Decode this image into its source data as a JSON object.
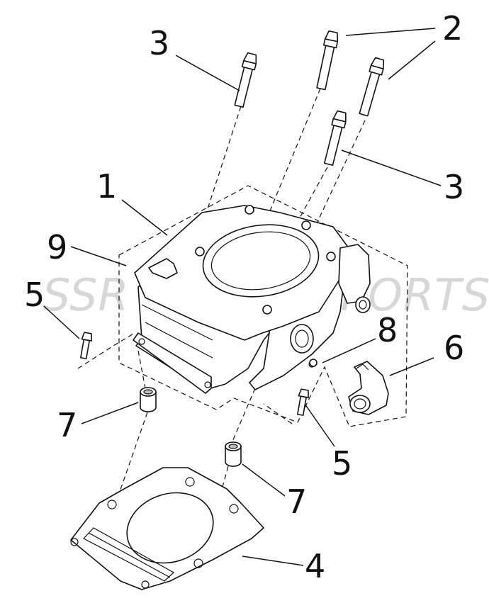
{
  "watermark": "SSR MOTORSPORTS",
  "callouts": [
    {
      "id": "c1",
      "label": "1"
    },
    {
      "id": "c2",
      "label": "2"
    },
    {
      "id": "c3a",
      "label": "3"
    },
    {
      "id": "c3b",
      "label": "3"
    },
    {
      "id": "c4",
      "label": "4"
    },
    {
      "id": "c5a",
      "label": "5"
    },
    {
      "id": "c5b",
      "label": "5"
    },
    {
      "id": "c6",
      "label": "6"
    },
    {
      "id": "c7a",
      "label": "7"
    },
    {
      "id": "c7b",
      "label": "7"
    },
    {
      "id": "c8",
      "label": "8"
    },
    {
      "id": "c9",
      "label": "9"
    }
  ]
}
